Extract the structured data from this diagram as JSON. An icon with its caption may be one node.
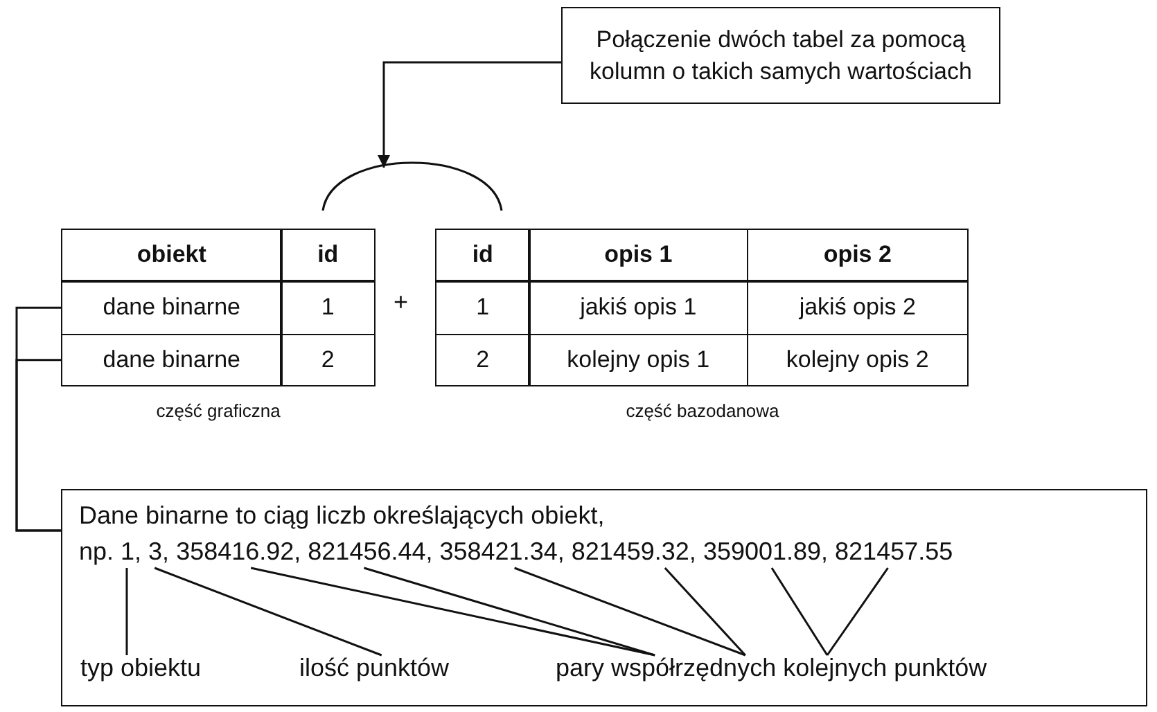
{
  "diagram": {
    "nodes": [
      {
        "text": [
          "Połączenie dwóch tabel za pomocą kolumn o takich samych wartościach"
        ]
      },
      {
        "text": [],
        "shape": "arc"
      },
      {
        "text": [],
        "shape": "table",
        "beside": [
          "część graficzna"
        ]
      },
      {
        "text": [
          "obiekt"
        ],
        "in": 2
      },
      {
        "text": [
          "id"
        ],
        "in": 2
      },
      {
        "text": [
          "dane binarne"
        ],
        "in": 2
      },
      {
        "text": [
          "1"
        ],
        "in": 2
      },
      {
        "text": [
          "dane binarne"
        ],
        "in": 2
      },
      {
        "text": [
          "2"
        ],
        "in": 2
      },
      {
        "text": [],
        "shape": "table",
        "beside": [
          "część bazodanowa"
        ]
      },
      {
        "text": [
          "id"
        ],
        "in": 9
      },
      {
        "text": [
          "opis 1"
        ],
        "in": 9
      },
      {
        "text": [
          "opis 2"
        ],
        "in": 9
      },
      {
        "text": [
          "1"
        ],
        "in": 9
      },
      {
        "text": [
          "jakiś opis 1"
        ],
        "in": 9
      },
      {
        "text": [
          "jakiś opis 2"
        ],
        "in": 9
      },
      {
        "text": [
          "2"
        ],
        "in": 9
      },
      {
        "text": [
          "kolejny opis 1"
        ],
        "in": 9
      },
      {
        "text": [
          "kolejny opis 2"
        ],
        "in": 9
      },
      {
        "text": [
          "Dane binarne to ciąg liczb określających obiekt,"
        ]
      },
      {
        "text": [
          "1,"
        ],
        "in": 19
      },
      {
        "text": [
          "3,"
        ],
        "in": 19
      },
      {
        "text": [
          "358416.92,"
        ],
        "in": 19
      },
      {
        "text": [
          "821456.44,"
        ],
        "in": 19
      },
      {
        "text": [
          "358421.34,"
        ],
        "in": 19
      },
      {
        "text": [
          "821459.32,"
        ],
        "in": 19
      },
      {
        "text": [
          "359001.89,"
        ],
        "in": 19
      },
      {
        "text": [
          "821457.55"
        ],
        "in": 19
      },
      {
        "text": [
          "typ obiektu"
        ],
        "in": 19
      },
      {
        "text": [
          "ilość punktów"
        ],
        "in": 19
      },
      {
        "text": [
          "pary współrzędnych kolejnych punktów"
        ],
        "in": 19
      }
    ],
    "edges": [
      {
        "from": 0,
        "to": 1,
        "arrow": "to"
      },
      {
        "from": 5,
        "to": 19,
        "arrow": "none"
      },
      {
        "from": 7,
        "to": 19,
        "arrow": "none"
      },
      {
        "from": 28,
        "to": 20,
        "arrow": "none"
      },
      {
        "from": 29,
        "to": 21,
        "arrow": "none"
      },
      {
        "from": 30,
        "to": 22,
        "arrow": "none"
      },
      {
        "from": 30,
        "to": 23,
        "arrow": "none"
      },
      {
        "from": 30,
        "to": 24,
        "arrow": "none"
      },
      {
        "from": 30,
        "to": 25,
        "arrow": "none"
      },
      {
        "from": 30,
        "to": 26,
        "arrow": "none"
      },
      {
        "from": 30,
        "to": 27,
        "arrow": "none"
      }
    ],
    "labels": [
      "+",
      "np."
    ]
  }
}
